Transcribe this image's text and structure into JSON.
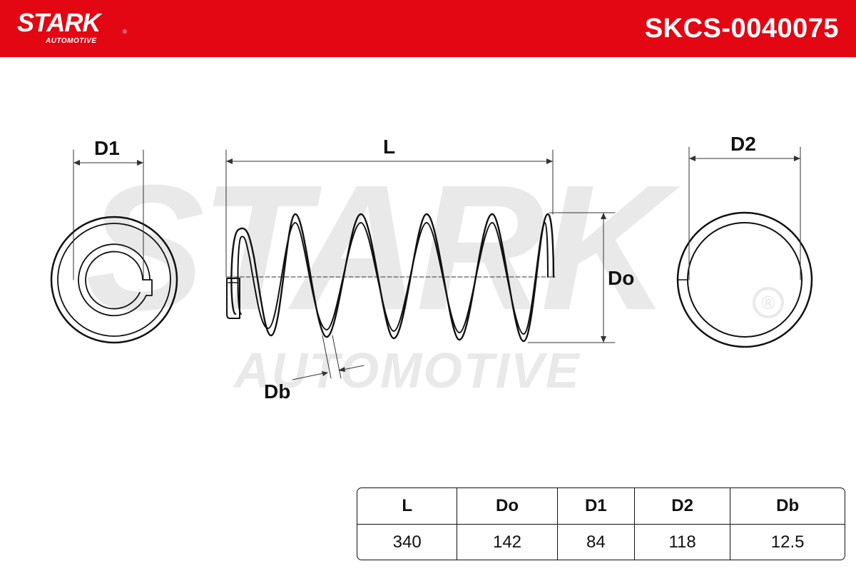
{
  "brand": {
    "logo_text": "STARK",
    "logo_registered": "®",
    "logo_subtext": "AUTOMOTIVE",
    "accent_color": "#e30613"
  },
  "part_number": "SKCS-0040075",
  "watermark": {
    "main": "STARK",
    "sub": "AUTOMOTIVE",
    "registered": "®"
  },
  "diagram": {
    "labels": {
      "d1": "D1",
      "l": "L",
      "d2": "D2",
      "do": "Do",
      "db": "Db"
    }
  },
  "spec_table": {
    "headers": [
      "L",
      "Do",
      "D1",
      "D2",
      "Db"
    ],
    "values": [
      "340",
      "142",
      "84",
      "118",
      "12.5"
    ]
  }
}
